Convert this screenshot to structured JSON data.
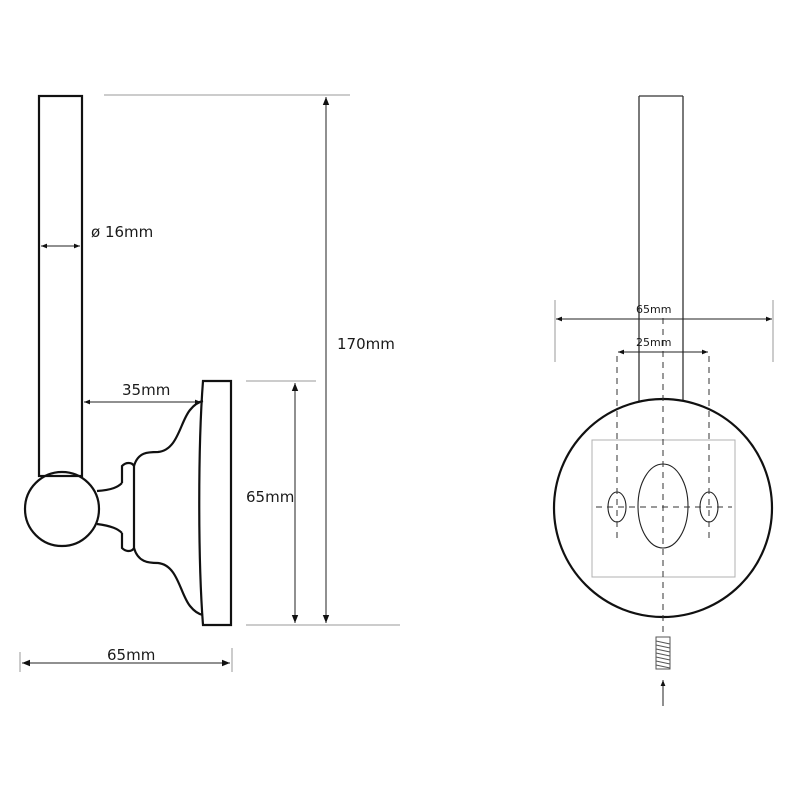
{
  "side_view": {
    "diameter_label": "ø 16mm",
    "height_label": "170mm",
    "offset_label": "35mm",
    "plate_height_label": "65mm",
    "depth_label": "65mm"
  },
  "front_view": {
    "plate_width_label": "65mm",
    "hole_spacing_label": "25mm"
  }
}
